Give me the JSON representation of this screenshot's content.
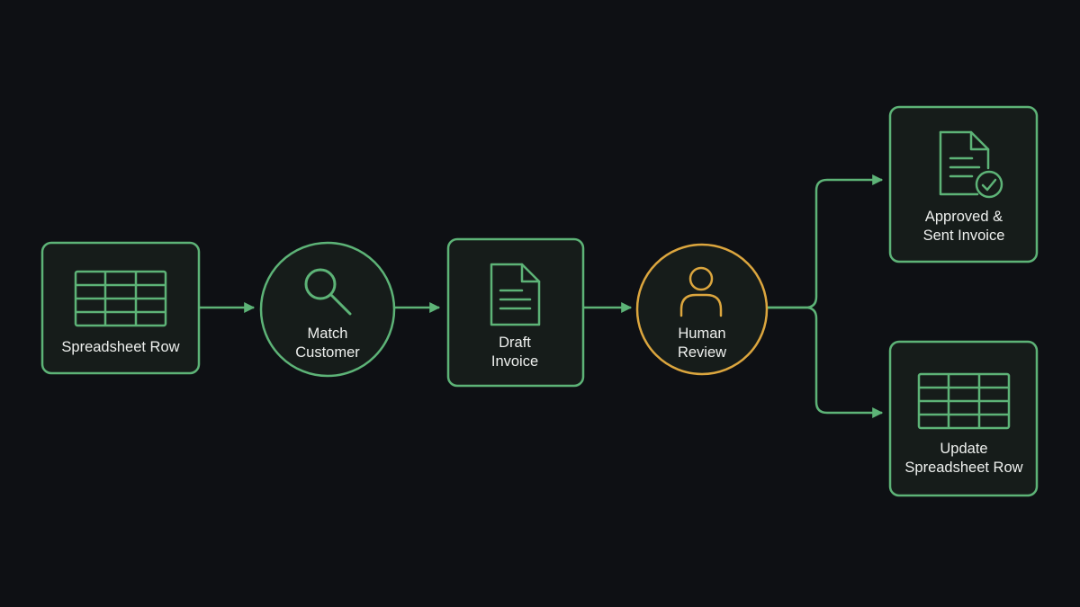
{
  "diagram": {
    "colors": {
      "background": "#0e1014",
      "node_fill": "#161c1a",
      "accent_green": "#5db377",
      "accent_amber": "#dca63e",
      "label_text": "#eef0ee"
    },
    "nodes": {
      "spreadsheet_row": {
        "shape": "rounded-rect",
        "icon": "spreadsheet-icon",
        "line1": "Spreadsheet Row"
      },
      "match_customer": {
        "shape": "circle",
        "icon": "search-icon",
        "line1": "Match",
        "line2": "Customer"
      },
      "draft_invoice": {
        "shape": "rounded-rect",
        "icon": "document-icon",
        "line1": "Draft",
        "line2": "Invoice"
      },
      "human_review": {
        "shape": "circle",
        "icon": "user-icon",
        "line1": "Human",
        "line2": "Review"
      },
      "approved_sent": {
        "shape": "rounded-rect",
        "icon": "document-check-icon",
        "line1": "Approved &",
        "line2": "Sent Invoice"
      },
      "update_row": {
        "shape": "rounded-rect",
        "icon": "spreadsheet-icon",
        "line1": "Update",
        "line2": "Spreadsheet Row"
      }
    },
    "edges": [
      {
        "from": "Spreadsheet Row",
        "to": "Match Customer"
      },
      {
        "from": "Match Customer",
        "to": "Draft Invoice"
      },
      {
        "from": "Draft Invoice",
        "to": "Human Review"
      },
      {
        "from": "Human Review",
        "to": "Approved & Sent Invoice"
      },
      {
        "from": "Human Review",
        "to": "Update Spreadsheet Row"
      }
    ]
  }
}
